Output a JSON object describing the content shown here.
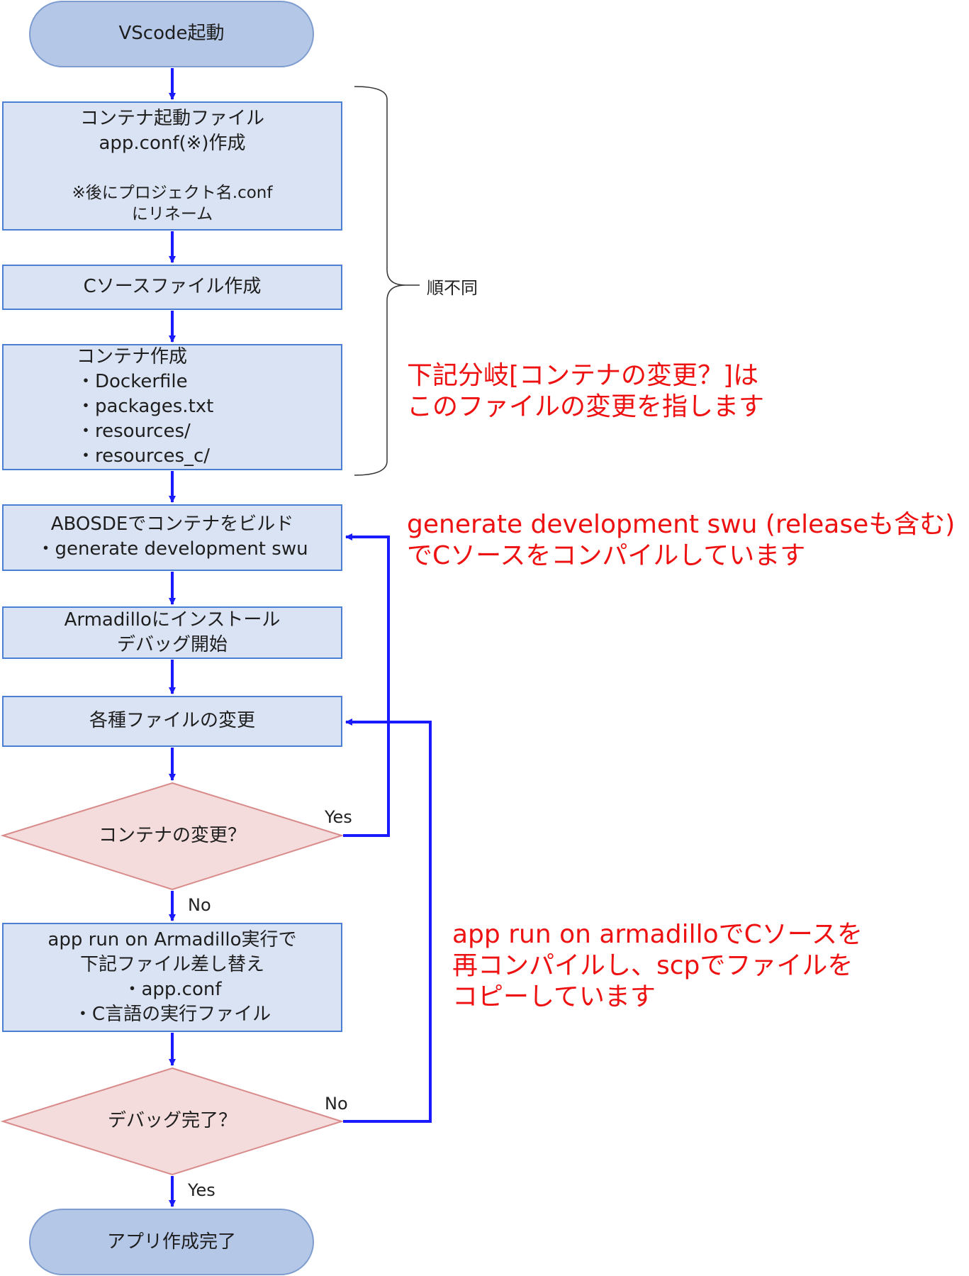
{
  "nodes": {
    "start": "VScode起動",
    "config_line1": "コンテナ起動ファイル",
    "config_line2": "app.conf(※)作成",
    "config_note": "※後にプロジェクト名.conf\nにリネーム",
    "c_source": "Cソースファイル作成",
    "container_title": "コンテナ作成",
    "container_items": "・Dockerfile\n・packages.txt\n・resources/\n・resources_c/",
    "build": "ABOSDEでコンテナをビルド\n・generate development swu",
    "install": "Armadilloにインストール\nデバッグ開始",
    "modify": "各種ファイルの変更",
    "decision_container": "コンテナの変更？",
    "app_run": "app run on Armadillo実行で\n下記ファイル差し替え\n・app.conf\n・C言語の実行ファイル",
    "decision_debug": "デバッグ完了？",
    "end": "アプリ作成完了"
  },
  "labels": {
    "yes_container": "Yes",
    "no_container": "No",
    "no_debug": "No",
    "yes_debug": "Yes",
    "brace": "順不同"
  },
  "notes": {
    "branch_note": "下記分岐[コンテナの変更？]は\nこのファイルの変更を指します",
    "build_note": "generate development swu (releaseも含む)\nでCソースをコンパイルしています",
    "apprun_note": "app run on armadilloでCソースを\n再コンパイルし、scpでファイルを\nコピーしています"
  },
  "colors": {
    "terminal_fill": "#b4c7e7",
    "terminal_stroke": "#7f9ccf",
    "process_fill": "#dae3f3",
    "process_stroke": "#4a7fd4",
    "decision_fill": "#f4dcdc",
    "decision_stroke": "#d98a8a",
    "arrow": "#1a1aff",
    "note": "#ee1111"
  },
  "icons": {
    "arrowhead": "triangle-arrowhead"
  }
}
